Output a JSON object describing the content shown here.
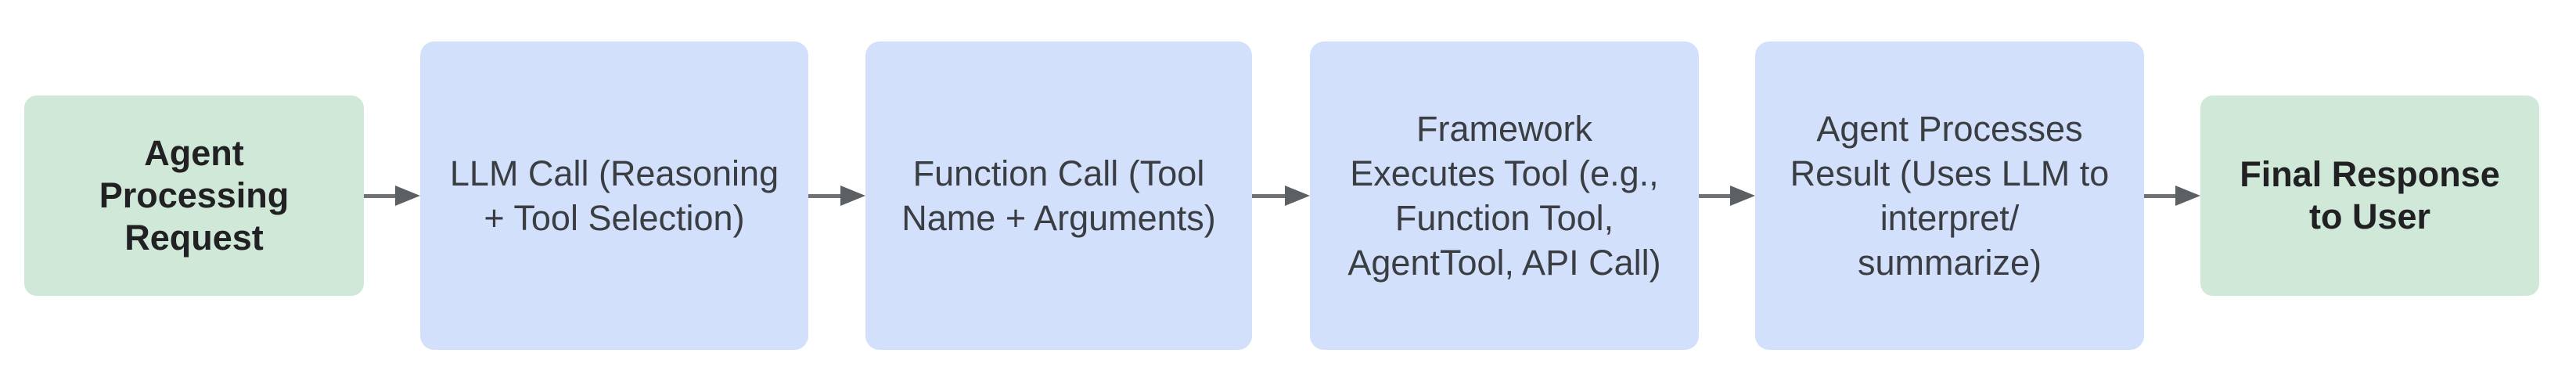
{
  "diagram": {
    "type": "flowchart",
    "direction": "left-to-right",
    "colors": {
      "background": "#ffffff",
      "terminal_node_fill": "#cfe8d8",
      "process_node_fill": "#d3e0fb",
      "terminal_text": "#212124",
      "process_text": "#3a3e43",
      "arrow_line": "#6e7276",
      "arrow_head": "#5b6065"
    },
    "nodes": [
      {
        "id": "agent-processing-request",
        "style": "green-terminal",
        "label": "Agent\nProcessing\nRequest"
      },
      {
        "id": "llm-call",
        "style": "blue-process",
        "label": "LLM Call (Reasoning\n+ Tool Selection)"
      },
      {
        "id": "function-call",
        "style": "blue-process",
        "label": "Function Call (Tool\nName + Arguments)"
      },
      {
        "id": "framework-executes-tool",
        "style": "blue-process",
        "label": "Framework\nExecutes Tool (e.g.,\nFunction Tool,\nAgentTool, API Call)"
      },
      {
        "id": "agent-processes-result",
        "style": "blue-process",
        "label": "Agent Processes\nResult (Uses LLM to\ninterpret/\nsummarize)"
      },
      {
        "id": "final-response-to-user",
        "style": "green-terminal",
        "label": "Final Response\nto User"
      }
    ],
    "edges": [
      {
        "from": "agent-processing-request",
        "to": "llm-call"
      },
      {
        "from": "llm-call",
        "to": "function-call"
      },
      {
        "from": "function-call",
        "to": "framework-executes-tool"
      },
      {
        "from": "framework-executes-tool",
        "to": "agent-processes-result"
      },
      {
        "from": "agent-processes-result",
        "to": "final-response-to-user"
      }
    ]
  }
}
